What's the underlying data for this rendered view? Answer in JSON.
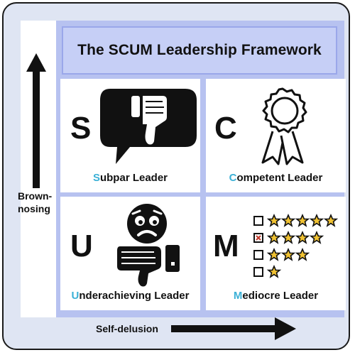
{
  "title": "The SCUM Leadership Framework",
  "quadrants": [
    {
      "letter": "S",
      "label_initial": "S",
      "label_rest": "ubpar Leader",
      "icon": "thumbs-down-speech-bubble-icon"
    },
    {
      "letter": "C",
      "label_initial": "C",
      "label_rest": "ompetent Leader",
      "icon": "award-ribbon-icon"
    },
    {
      "letter": "U",
      "label_initial": "U",
      "label_rest": "nderachieving Leader",
      "icon": "worried-face-thumbs-down-icon"
    },
    {
      "letter": "M",
      "label_initial": "M",
      "label_rest": "ediocre Leader",
      "icon": "star-rating-checklist-icon"
    }
  ],
  "axes": {
    "y_label_line1": "Brown-",
    "y_label_line2": "nosing",
    "x_label": "Self-delusion"
  },
  "colors": {
    "accent": "#3ab0d6",
    "frame_bg": "#dfe5f3",
    "grid_bg": "#b7c2f0",
    "title_bg": "#c6cff6"
  }
}
